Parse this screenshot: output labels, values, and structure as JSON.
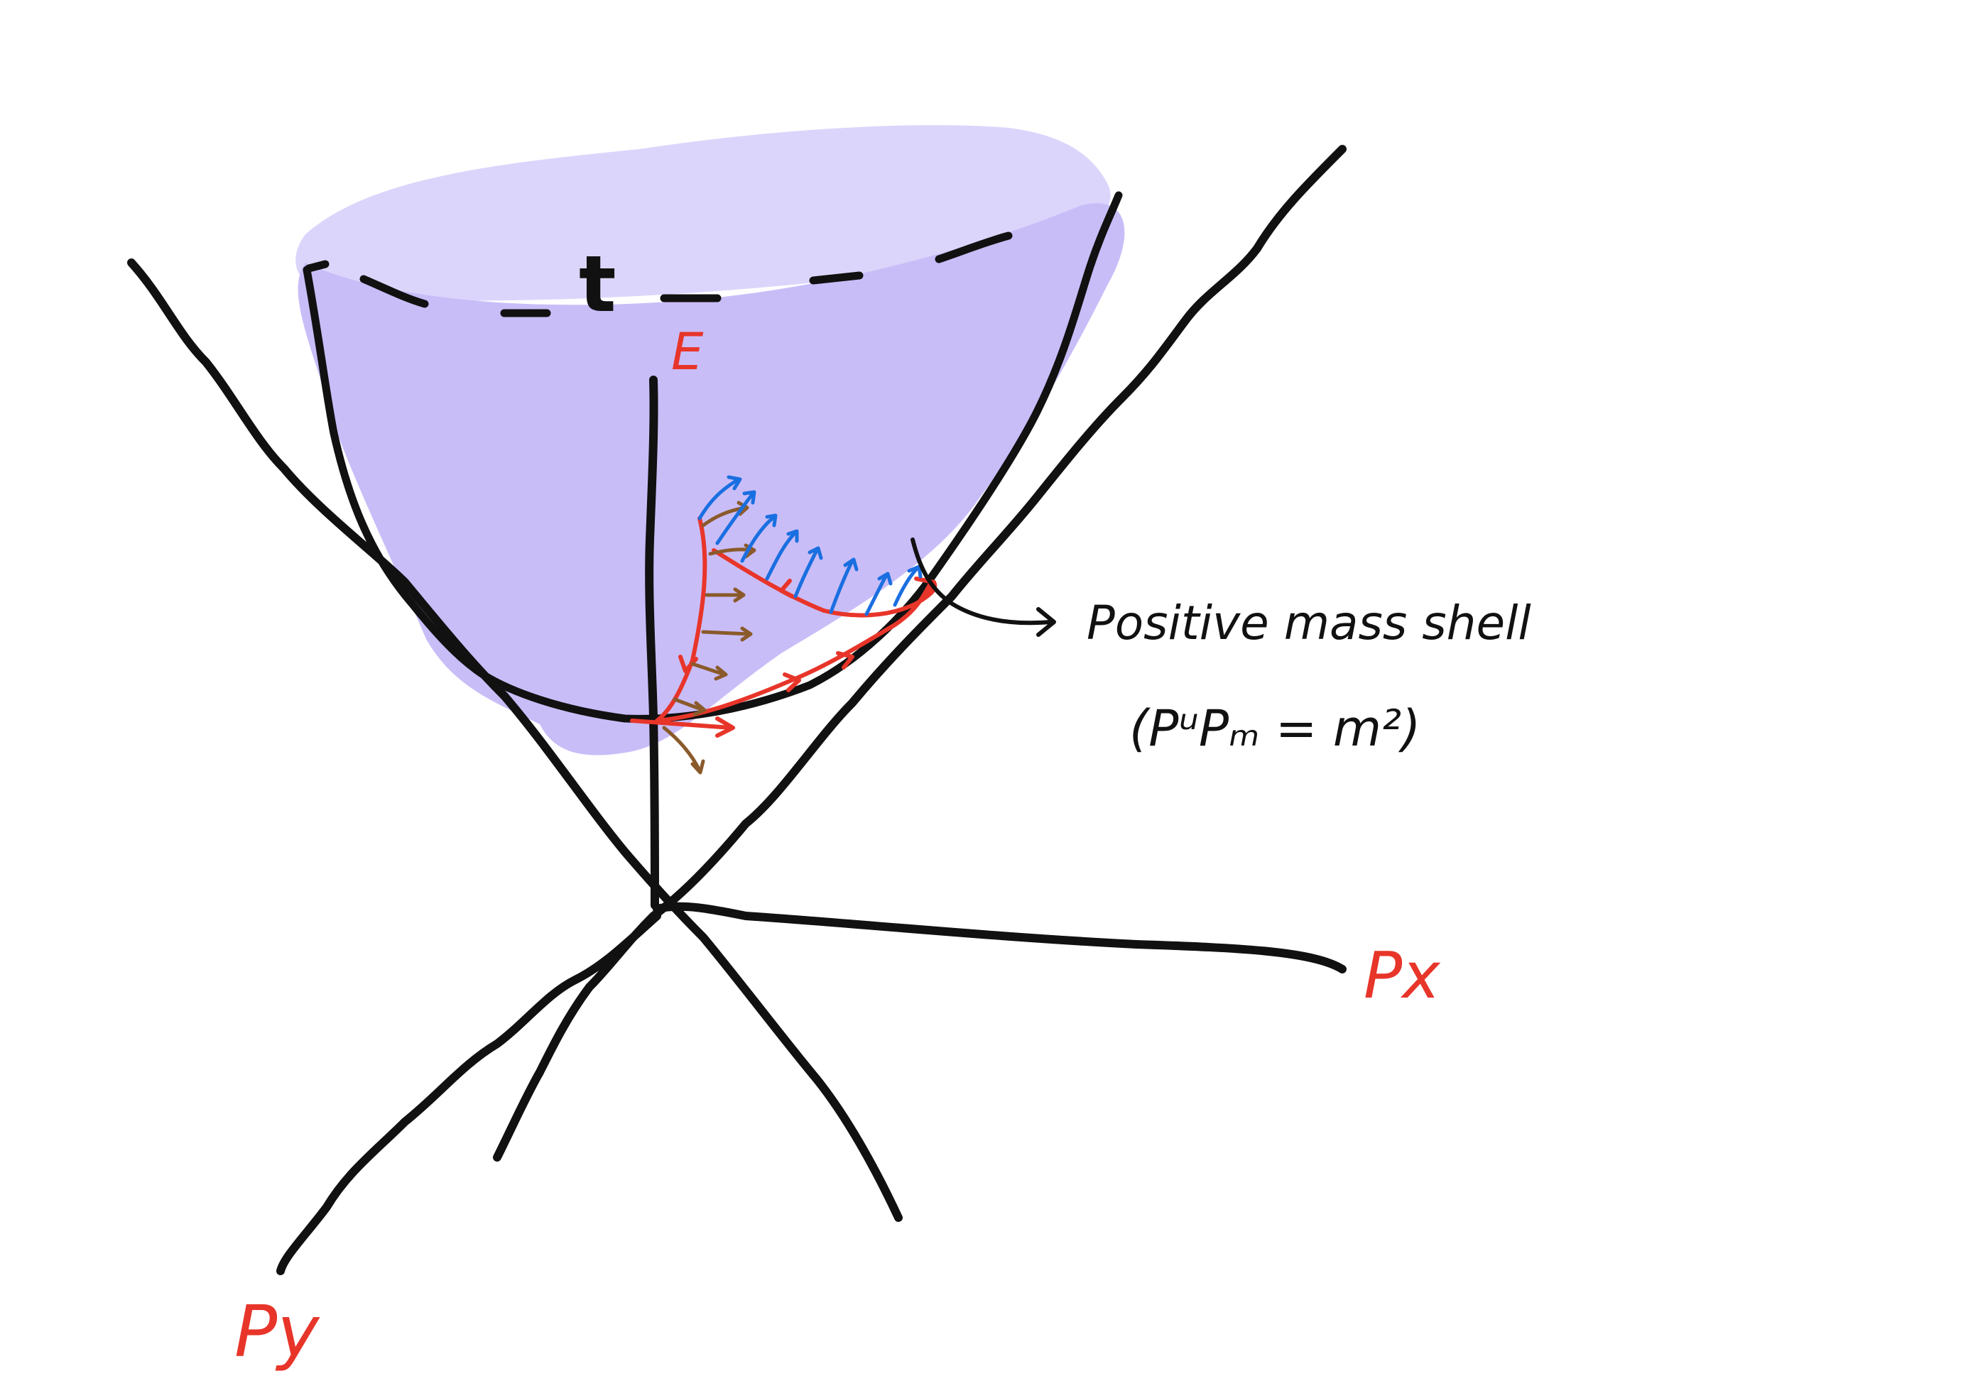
{
  "labels": {
    "energy_axis": "E",
    "px_axis": "Px",
    "py_axis": "Py",
    "time_marker": "t",
    "shell_name": "Positive mass shell",
    "shell_equation": "(PᵘPₘ = m²)"
  },
  "colors": {
    "shell_fill_light": "#dcd5fb",
    "shell_fill_mid": "#c9bdf8",
    "ink": "#111111",
    "label_red": "#e8352a",
    "vector_red": "#e8352a",
    "vector_blue": "#1a6fe0",
    "vector_brown": "#8a5a2b"
  },
  "icons": {
    "annotation_pointer": "arrow-right-icon"
  }
}
